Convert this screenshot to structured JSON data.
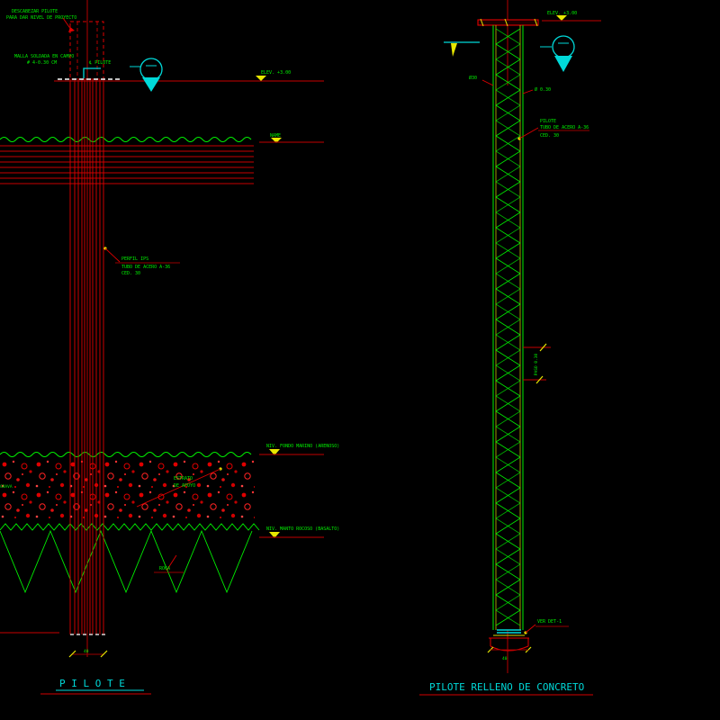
{
  "left": {
    "title": "P I L O T E",
    "labels": {
      "descabezar1": "DESCABEZAR PILOTE",
      "descabezar2": "PARA DAR NIVEL DE PROYECTO",
      "malla1": "MALLA SOLDADA EN CAMPO",
      "malla2": "# 4-0.30 CM",
      "cl_pilote": "℄ PILOTE",
      "elev": "ELEV. +3.00",
      "name": "NAME",
      "perfil1": "PERFIL IPS",
      "perfil2": "TUBO DE ACERO A-36",
      "perfil3": "CED. 30",
      "fondo_marino": "NIV. FONDO MARINO (ARENOSO)",
      "grava": "GRAVA",
      "estrato1": "ESTRATO",
      "estrato2": "DE APOYO",
      "manto_rocoso": "NIV. MANTO ROCOSO (BASALTO)",
      "roca": "ROCA",
      "dim": "40"
    }
  },
  "right": {
    "title": "PILOTE RELLENO DE CONCRETO",
    "labels": {
      "elev": "ELEV. +3.00",
      "dia_left": "Ø30",
      "dia_right": "Ø 0.30",
      "pilote1": "PILOTE",
      "pilote2": "TUBO DE ACERO A-36",
      "pilote3": "CED. 30",
      "paso": "PASO 0.30",
      "ver_det": "VER DET-1",
      "dim": "40"
    }
  },
  "colors": {
    "background": "#000000",
    "red": "#e00000",
    "dark_red": "#8e0000",
    "green": "#00ef00",
    "cyan": "#00d9d9",
    "yellow": "#e8e800",
    "white": "#ffffff"
  }
}
